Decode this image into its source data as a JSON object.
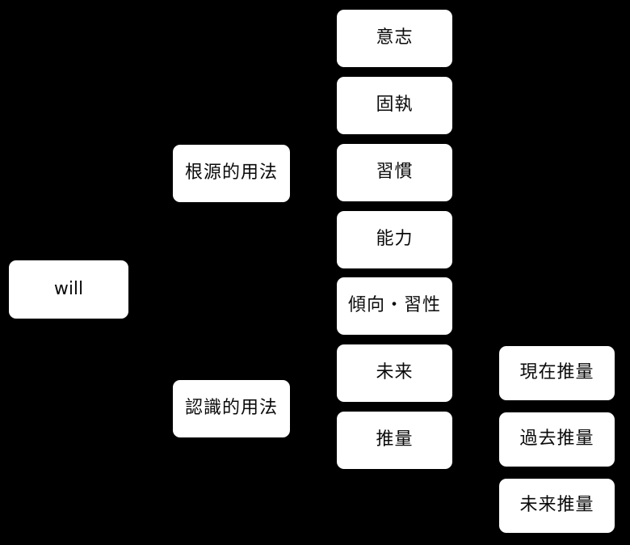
{
  "diagram": {
    "background_color": "#000000",
    "node_fill_color": "#ffffff",
    "node_text_color": "#0a0a0a",
    "root": {
      "label": "will"
    },
    "level2": [
      {
        "label": "根源的用法"
      },
      {
        "label": "認識的用法"
      }
    ],
    "level3": [
      {
        "label": "意志"
      },
      {
        "label": "固執"
      },
      {
        "label": "習慣"
      },
      {
        "label": "能力"
      },
      {
        "label": "傾向・習性"
      },
      {
        "label": "未来"
      },
      {
        "label": "推量"
      }
    ],
    "level4": [
      {
        "label": "現在推量"
      },
      {
        "label": "過去推量"
      },
      {
        "label": "未来推量"
      }
    ]
  }
}
